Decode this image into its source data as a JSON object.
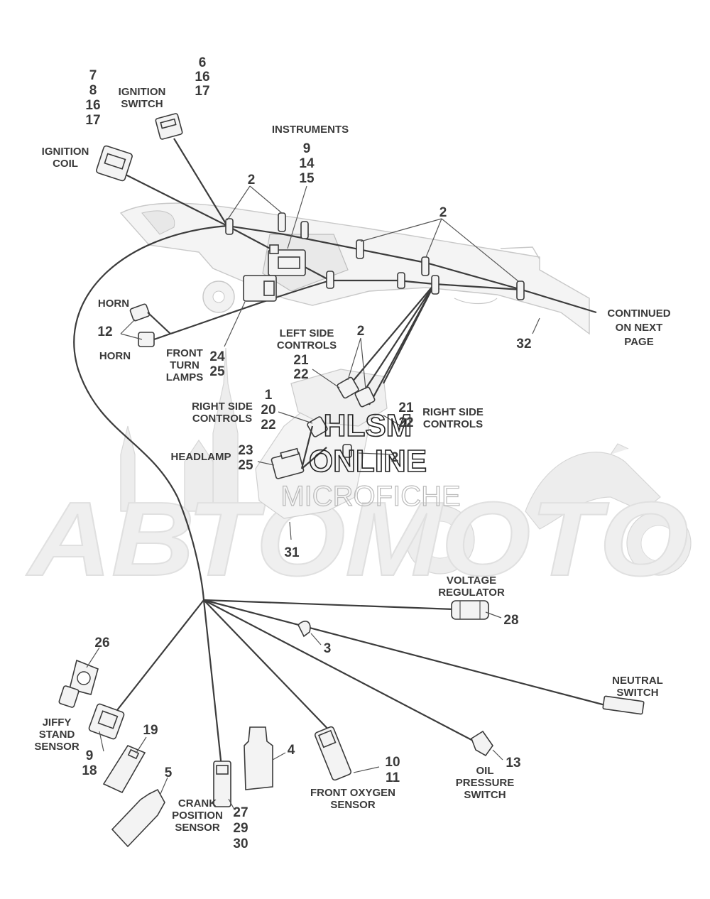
{
  "watermark": {
    "brand": "АВТОМОТО",
    "line1": "HLSM",
    "line2": "ONLINE",
    "line3": "MICROFICHE"
  },
  "labels": {
    "ignition_switch": [
      "IGNITION",
      "SWITCH"
    ],
    "ignition_switch_refs": [
      "6",
      "16",
      "17"
    ],
    "ignition_coil": [
      "IGNITION",
      "COIL"
    ],
    "ignition_coil_refs": [
      "7",
      "8",
      "16",
      "17"
    ],
    "instruments": "INSTRUMENTS",
    "instruments_refs": [
      "9",
      "14",
      "15"
    ],
    "clip_ref_left": "2",
    "clip_ref_right": "2",
    "clip_ref_controls": "2",
    "clip_ref_lower": "2",
    "horn": "HORN",
    "horn_ref": "12",
    "front_turn_lamps": [
      "FRONT",
      "TURN",
      "LAMPS"
    ],
    "front_turn_lamps_refs": [
      "24",
      "25"
    ],
    "continued": [
      "CONTINUED",
      "ON NEXT",
      "PAGE"
    ],
    "main_harness_ref": "32",
    "left_side_controls": [
      "LEFT SIDE",
      "CONTROLS"
    ],
    "left_side_controls_refs": [
      "21",
      "22"
    ],
    "right_side_controls_left": [
      "RIGHT SIDE",
      "CONTROLS"
    ],
    "right_side_controls_left_refs": [
      "1",
      "20",
      "22"
    ],
    "right_side_controls_right": [
      "RIGHT SIDE",
      "CONTROLS"
    ],
    "right_side_controls_right_refs": [
      "21",
      "22"
    ],
    "headlamp": "HEADLAMP",
    "headlamp_refs": [
      "23",
      "25"
    ],
    "headlamp_harness_ref": "31",
    "voltage_regulator": [
      "VOLTAGE",
      "REGULATOR"
    ],
    "voltage_regulator_ref": "28",
    "harness_clip_ref": "3",
    "neutral_switch": [
      "NEUTRAL",
      "SWITCH"
    ],
    "jiffy_stand_sensor": [
      "JIFFY",
      "STAND",
      "SENSOR"
    ],
    "jiffy_stand_ref": "26",
    "connector_refs_a": [
      "9",
      "18"
    ],
    "connector_ref_19": "19",
    "connector_ref_5": "5",
    "connector_ref_4": "4",
    "crank_position_sensor": [
      "CRANK",
      "POSITION",
      "SENSOR"
    ],
    "crank_refs": [
      "27",
      "29",
      "30"
    ],
    "front_oxygen_sensor": [
      "FRONT OXYGEN",
      "SENSOR"
    ],
    "oxygen_refs": [
      "10",
      "11"
    ],
    "oil_pressure_switch": [
      "OIL",
      "PRESSURE",
      "SWITCH"
    ],
    "oil_pressure_ref": "13"
  }
}
